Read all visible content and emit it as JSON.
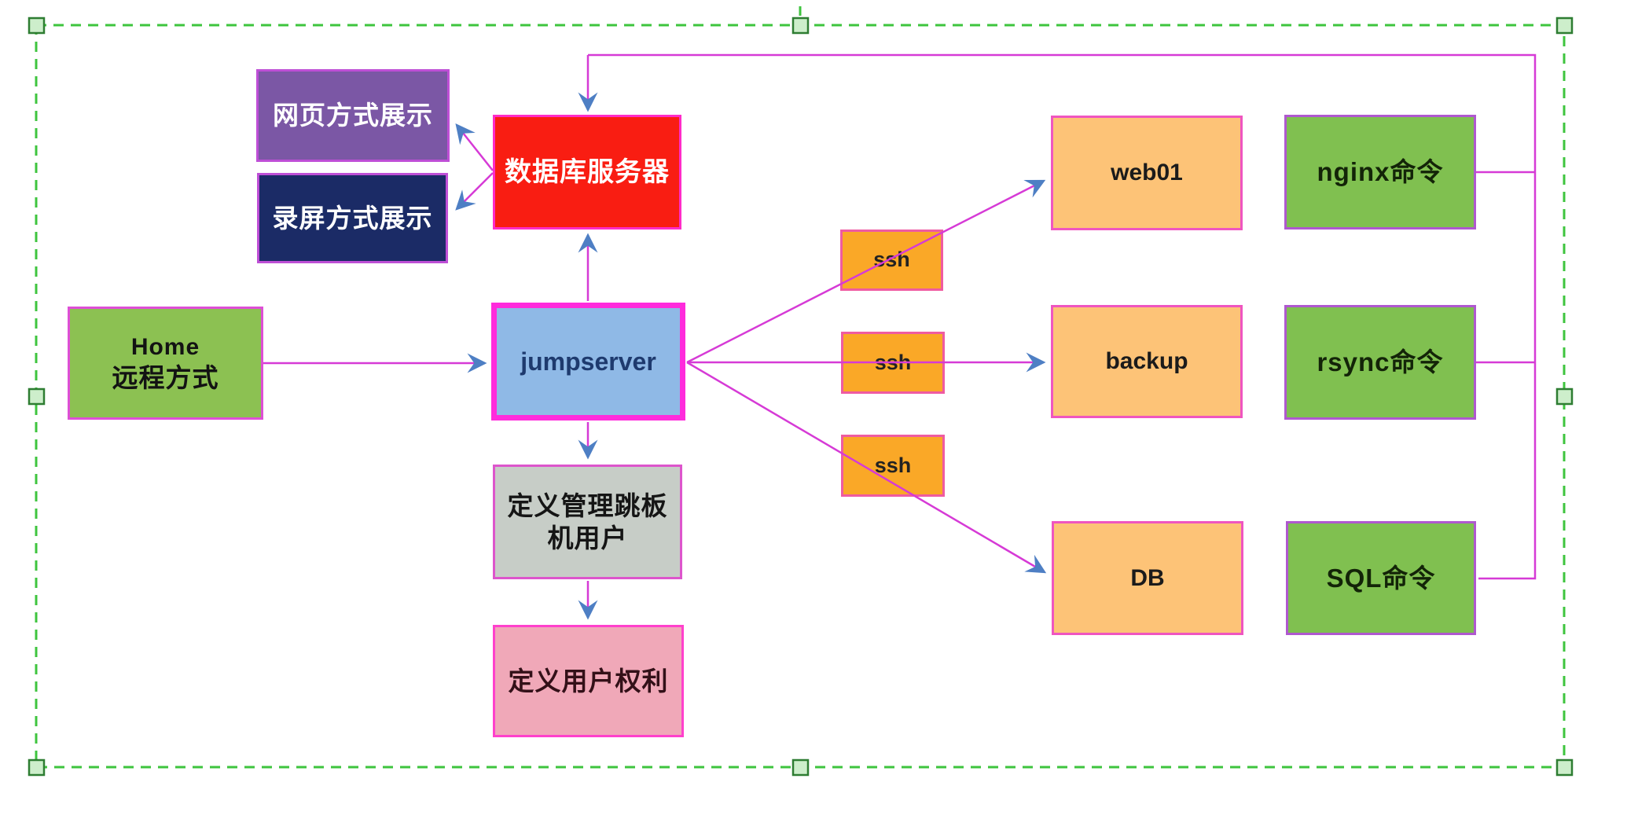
{
  "canvas": {
    "background": "#ffffff"
  },
  "selection": {
    "border_color": "#3ec43e",
    "handle_fill": "#cdeecb",
    "handle_border": "#2e7d32"
  },
  "connector": {
    "line_color": "#d63ad6",
    "arrowhead_color": "#4e7fc4"
  },
  "nodes": {
    "web_display": {
      "label": "网页方式展示",
      "fill": "#7b57a5",
      "border": "#be4fd6",
      "text_color": "#ffffff"
    },
    "screen_display": {
      "label": "录屏方式展示",
      "fill": "#1b2b66",
      "border": "#be4fd6",
      "text_color": "#ffffff"
    },
    "db_server": {
      "label": "数据库服务器",
      "fill": "#f91d12",
      "border": "#ff2bc8",
      "text_color": "#ffffff"
    },
    "home": {
      "label_line1": "Home",
      "label_line2": "远程方式",
      "fill": "#8cc152",
      "border": "#de4fd6",
      "text_color": "#131313"
    },
    "jumpserver": {
      "label": "jumpserver",
      "fill": "#8fb9e6",
      "border": "#ff2bdc",
      "text_color": "#1e3a6e"
    },
    "manage_users": {
      "label_line1": "定义管理跳板",
      "label_line2": "机用户",
      "fill": "#c7cdc7",
      "border": "#dd55cc",
      "text_color": "#151515"
    },
    "user_rights": {
      "label": "定义用户权利",
      "fill": "#f0a8b8",
      "border": "#ff40cc",
      "text_color": "#331018"
    },
    "ssh_1": {
      "label": "ssh",
      "fill": "#faa827",
      "border": "#ef5ba1",
      "text_color": "#222222"
    },
    "ssh_2": {
      "label": "ssh",
      "fill": "#faa827",
      "border": "#ef5ba1",
      "text_color": "#222222"
    },
    "ssh_3": {
      "label": "ssh",
      "fill": "#faa827",
      "border": "#ef5ba1",
      "text_color": "#222222"
    },
    "web01": {
      "label": "web01",
      "fill": "#fdc377",
      "border": "#ef55c0",
      "text_color": "#1b1b1b"
    },
    "backup": {
      "label": "backup",
      "fill": "#fdc377",
      "border": "#ef55c0",
      "text_color": "#1b1b1b"
    },
    "db": {
      "label": "DB",
      "fill": "#fdc377",
      "border": "#ef55c0",
      "text_color": "#1b1b1b"
    },
    "nginx_cmd": {
      "label": "nginx命令",
      "fill": "#80c050",
      "border": "#af58cf",
      "text_color": "#132408"
    },
    "rsync_cmd": {
      "label": "rsync命令",
      "fill": "#80c050",
      "border": "#af58cf",
      "text_color": "#132408"
    },
    "sql_cmd": {
      "label": "SQL命令",
      "fill": "#80c050",
      "border": "#af58cf",
      "text_color": "#132408"
    }
  }
}
